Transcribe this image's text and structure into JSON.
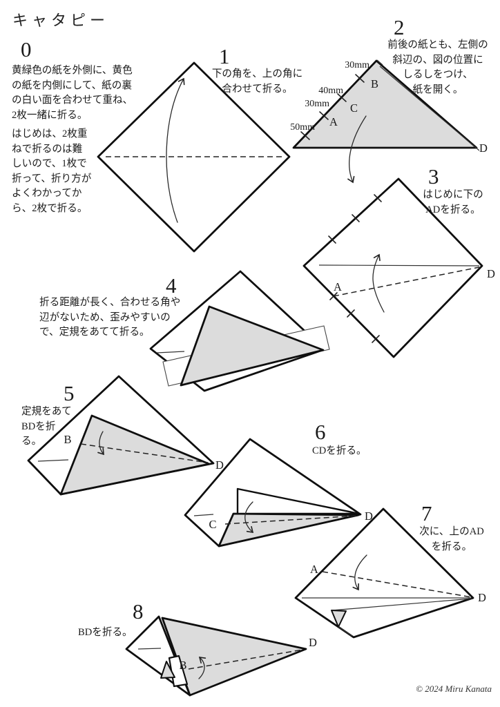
{
  "page": {
    "title": "キャタピー",
    "copyright": "© 2024 Miru Kanata"
  },
  "colors": {
    "paper_gray": "#dcdcdc",
    "paper_white": "#ffffff",
    "ink": "#1a1a1a"
  },
  "steps": [
    {
      "number": "0",
      "text1": "黄緑色の紙を外側に、黄色\nの紙を内側にして、紙の裏\nの白い面を合わせて重ね、\n2枚一緒に折る。",
      "text2": "はじめは、2枚重\nねで折るのは難\nしいので、1枚で\n折って、折り方が\nよくわかってか\nら、2枚で折る。"
    },
    {
      "number": "1",
      "text": "下の角を、上の角に\n合わせて折る。"
    },
    {
      "number": "2",
      "text": "前後の紙とも、左側の\n斜辺の、図の位置に\nしるしをつけ、\n紙を開く。",
      "measurements": [
        "30mm",
        "40mm",
        "30mm",
        "50mm"
      ],
      "labels": {
        "a": "A",
        "b": "B",
        "c": "C",
        "d": "D"
      }
    },
    {
      "number": "3",
      "text": "はじめに下の\nADを折る。",
      "labels": {
        "a": "A",
        "d": "D"
      }
    },
    {
      "number": "4",
      "text": "折る距離が長く、合わせる角や\n辺がないため、歪みやすいの\nで、定規をあてて折る。"
    },
    {
      "number": "5",
      "text": "定規をあて\nBDを折\nる。",
      "labels": {
        "b": "B",
        "d": "D"
      }
    },
    {
      "number": "6",
      "text": "CDを折る。",
      "labels": {
        "c": "C",
        "d": "D"
      }
    },
    {
      "number": "7",
      "text": "次に、上のAD\nを折る。",
      "labels": {
        "a": "A",
        "d": "D"
      }
    },
    {
      "number": "8",
      "text": "BDを折る。",
      "labels": {
        "b": "B",
        "d": "D"
      }
    }
  ]
}
